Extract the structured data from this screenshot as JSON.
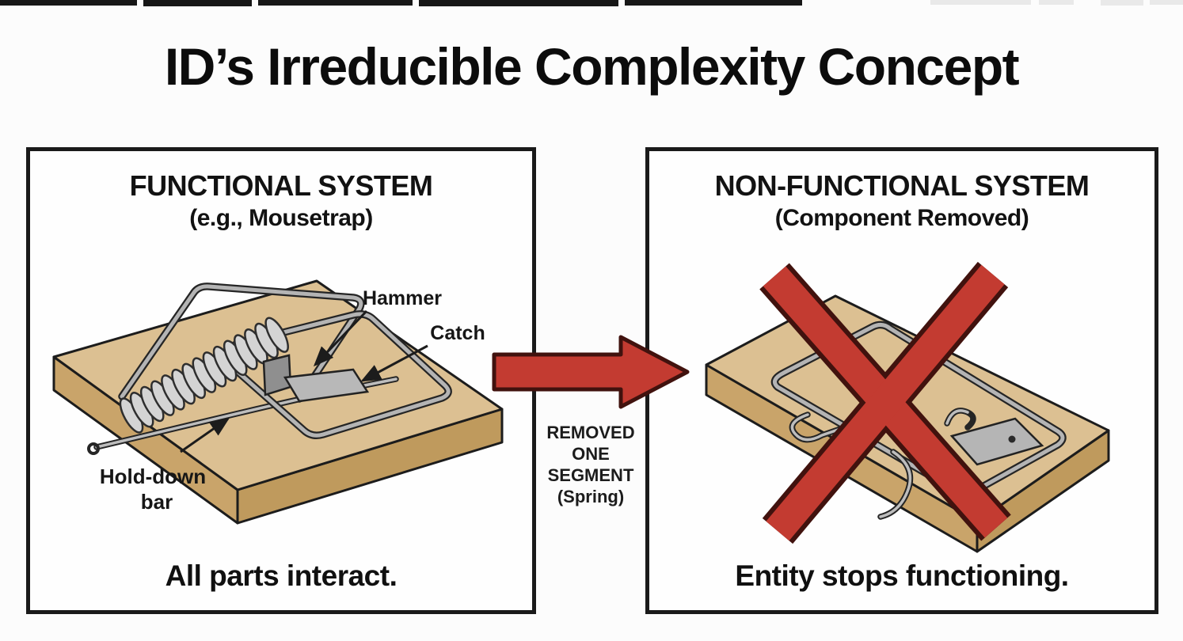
{
  "title": "ID’s Irreducible Complexity Concept",
  "colors": {
    "accent_red": "#c33b31",
    "red_outline": "#41120e",
    "wood_top": "#dcc092",
    "wood_side": "#c9a46a",
    "metal_wire": "#b4b4b4",
    "ink": "#141414"
  },
  "left_panel": {
    "heading": "FUNCTIONAL SYSTEM",
    "subheading": "(e.g., Mousetrap)",
    "caption": "All parts interact.",
    "labels": {
      "hammer": "Hammer",
      "catch": "Catch",
      "hold_down_line1": "Hold-down",
      "hold_down_line2": "bar"
    }
  },
  "transition": {
    "lines": [
      "REMOVED",
      "ONE",
      "SEGMENT",
      "(Spring)"
    ]
  },
  "right_panel": {
    "heading": "NON-FUNCTIONAL SYSTEM",
    "subheading": "(Component Removed)",
    "caption": "Entity stops functioning."
  }
}
